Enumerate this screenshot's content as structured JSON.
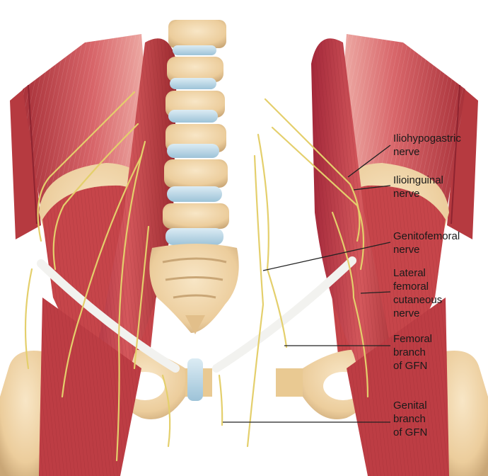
{
  "labels": {
    "iliohypogastric": [
      "Iliohypogastric",
      "nerve"
    ],
    "ilioinguinal": [
      "Ilioinguinal",
      "nerve"
    ],
    "genitofemoral": [
      "Genitofemoral",
      "nerve"
    ],
    "lateral_femoral_cutaneous": [
      "Lateral",
      "femoral",
      "cutaneous",
      "nerve"
    ],
    "femoral_branch": [
      "Femoral",
      "branch",
      "of GFN"
    ],
    "genital_branch": [
      "Genital",
      "branch",
      "of GFN"
    ]
  },
  "colors": {
    "muscle": "#c9464a",
    "muscle_light": "#e79a95",
    "muscle_dark": "#9c2b30",
    "bone": "#efd3a8",
    "bone_shadow": "#c9a676",
    "disc": "#b8d6e6",
    "nerve": "#e9d77a",
    "ligament": "#f2f2ef",
    "leader": "#222222"
  }
}
